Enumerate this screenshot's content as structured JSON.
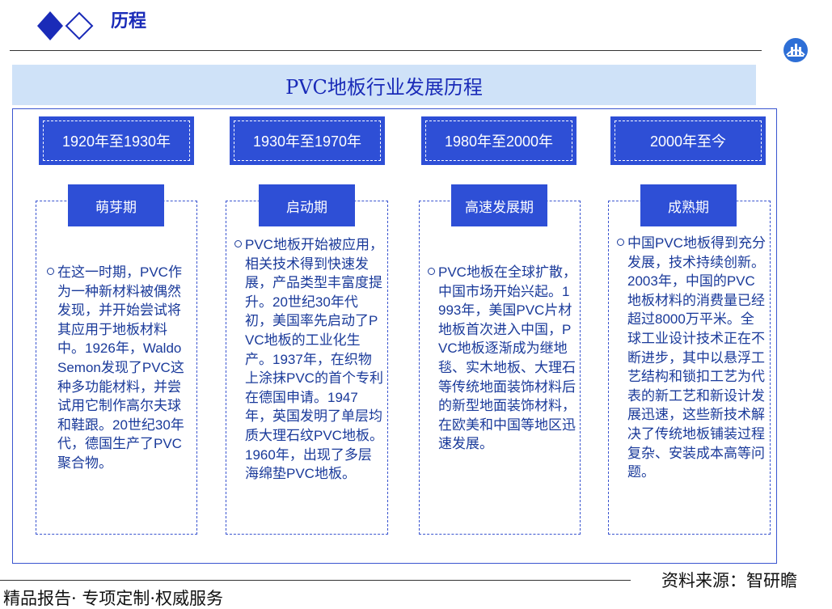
{
  "header": {
    "title": "历程",
    "accent_color": "#1a2bb8",
    "logo_icon": "building-arc-logo-icon"
  },
  "banner": {
    "title": "PVC地板行业发展历程"
  },
  "timeline": [
    {
      "period": "1920年至1930年",
      "phase": "萌芽期",
      "text": "在这一时期，PVC作为一种新材料被偶然发现，并开始尝试将其应用于地板材料中。1926年，Waldo Semon发现了PVC这种多功能材料，并尝试用它制作高尔夫球和鞋跟。20世纪30年代，德国生产了PVC聚合物。"
    },
    {
      "period": "1930年至1970年",
      "phase": "启动期",
      "text": "PVC地板开始被应用，相关技术得到快速发展，产品类型丰富度提升。20世纪30年代初，美国率先启动了PVC地板的工业化生产。1937年，在织物上涂抹PVC的首个专利在德国申请。1947年，英国发明了单层均质大理石纹PVC地板。1960年，出现了多层海绵垫PVC地板。"
    },
    {
      "period": "1980年至2000年",
      "phase": "高速发展期",
      "text": "PVC地板在全球扩散，中国市场开始兴起。1993年，美国PVC片材地板首次进入中国，PVC地板逐渐成为继地毯、实木地板、大理石等传统地面装饰材料后的新型地面装饰材料，在欧美和中国等地区迅速发展。"
    },
    {
      "period": "2000年至今",
      "phase": "成熟期",
      "text": "中国PVC地板得到充分发展，技术持续创新。2003年，中国的PVC地板材料的消费量已经超过8000万平米。全球工业设计技术正在不断进步，其中以悬浮工艺结构和锁扣工艺为代表的新工艺和新设计发展迅速，这些新技术解决了传统地板铺装过程复杂、安装成本高等问题。"
    }
  ],
  "footer": {
    "slogan": "精品报告· 专项定制·权威服务",
    "source": "资料来源：智研瞻"
  }
}
